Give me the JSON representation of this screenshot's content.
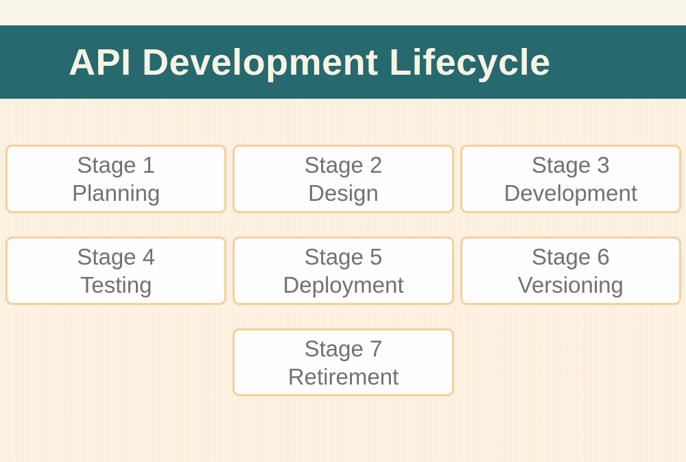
{
  "header": {
    "title": "API Development Lifecycle"
  },
  "stages": [
    {
      "stage": "Stage 1",
      "name": "Planning"
    },
    {
      "stage": "Stage 2",
      "name": "Design"
    },
    {
      "stage": "Stage 3",
      "name": "Development"
    },
    {
      "stage": "Stage 4",
      "name": "Testing"
    },
    {
      "stage": "Stage 5",
      "name": "Deployment"
    },
    {
      "stage": "Stage 6",
      "name": "Versioning"
    },
    {
      "stage": "Stage 7",
      "name": "Retirement"
    }
  ],
  "colors": {
    "header_bg": "#26696f",
    "header_text": "#f8f4e4",
    "top_strip_bg": "#f9f4e8",
    "page_bg": "#fdf1e0",
    "card_bg": "#fffefe",
    "card_border": "#f7cf9b",
    "card_text": "#717171"
  }
}
